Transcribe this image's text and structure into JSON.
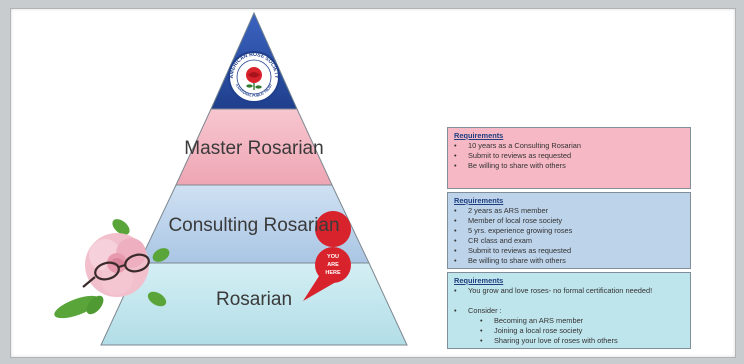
{
  "logo": {
    "ring_text_top": "AMERICAN ROSE SOCIETY",
    "ring_text_bottom": "A NATIONAL PUBLIC TRUST"
  },
  "tiers": {
    "master": "Master Rosarian",
    "consulting": "Consulting Rosarian",
    "rosarian": "Rosarian"
  },
  "marker": {
    "line1": "YOU",
    "line2": "ARE",
    "line3": "HERE"
  },
  "requirements": {
    "master": {
      "heading": "Requirements",
      "items": [
        "10 years as a Consulting Rosarian",
        "Submit to reviews as requested",
        "Be willing to share with others"
      ]
    },
    "consulting": {
      "heading": "Requirements",
      "items": [
        "2 years as ARS member",
        "Member of local rose society",
        "5 yrs. experience growing roses",
        "CR class and exam",
        "Submit to reviews as requested",
        "Be willing to share with others"
      ]
    },
    "rosarian": {
      "heading": "Requirements",
      "items": [
        "You grow and love roses- no formal certification needed!",
        "Consider :"
      ],
      "sub_items": [
        "Becoming an ARS member",
        "Joining a local rose society",
        "Sharing your love of roses with others"
      ]
    }
  },
  "colors": {
    "apex": "#2c4fa3",
    "master": "#f4b8c2",
    "consulting": "#bcd3ea",
    "rosarian": "#c3e6ed",
    "marker": "#d8222c"
  }
}
